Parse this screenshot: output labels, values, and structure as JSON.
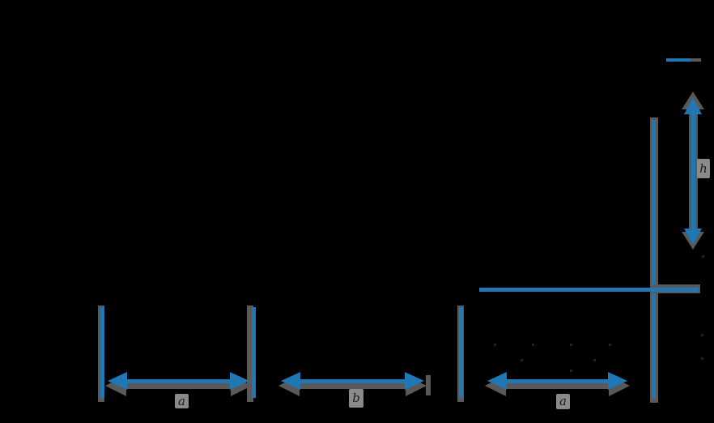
{
  "figure": {
    "type": "physics-slit-diagram",
    "background": "#000000",
    "colors": {
      "line_blue": "#1f77b4",
      "line_gray": "#595959",
      "label_box": "#8a8a8a",
      "label_text": "#1c1c1c"
    },
    "labels": {
      "slit1_width": "a",
      "slit_separation": "b",
      "slit2_width": "a",
      "screen_offset": "h"
    }
  }
}
